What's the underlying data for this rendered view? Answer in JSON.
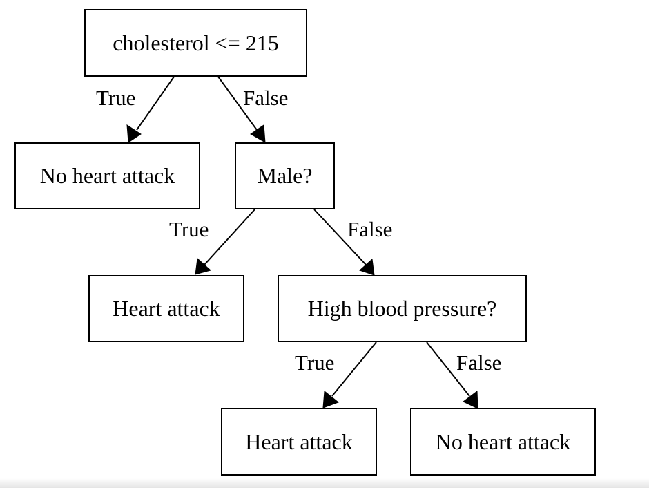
{
  "nodes": {
    "root": "cholesterol <= 215",
    "no_attack_1": "No heart attack",
    "male": "Male?",
    "heart_attack_1": "Heart attack",
    "bp": "High blood pressure?",
    "heart_attack_2": "Heart attack",
    "no_attack_2": "No heart attack"
  },
  "edges": {
    "root_true": "True",
    "root_false": "False",
    "male_true": "True",
    "male_false": "False",
    "bp_true": "True",
    "bp_false": "False"
  }
}
